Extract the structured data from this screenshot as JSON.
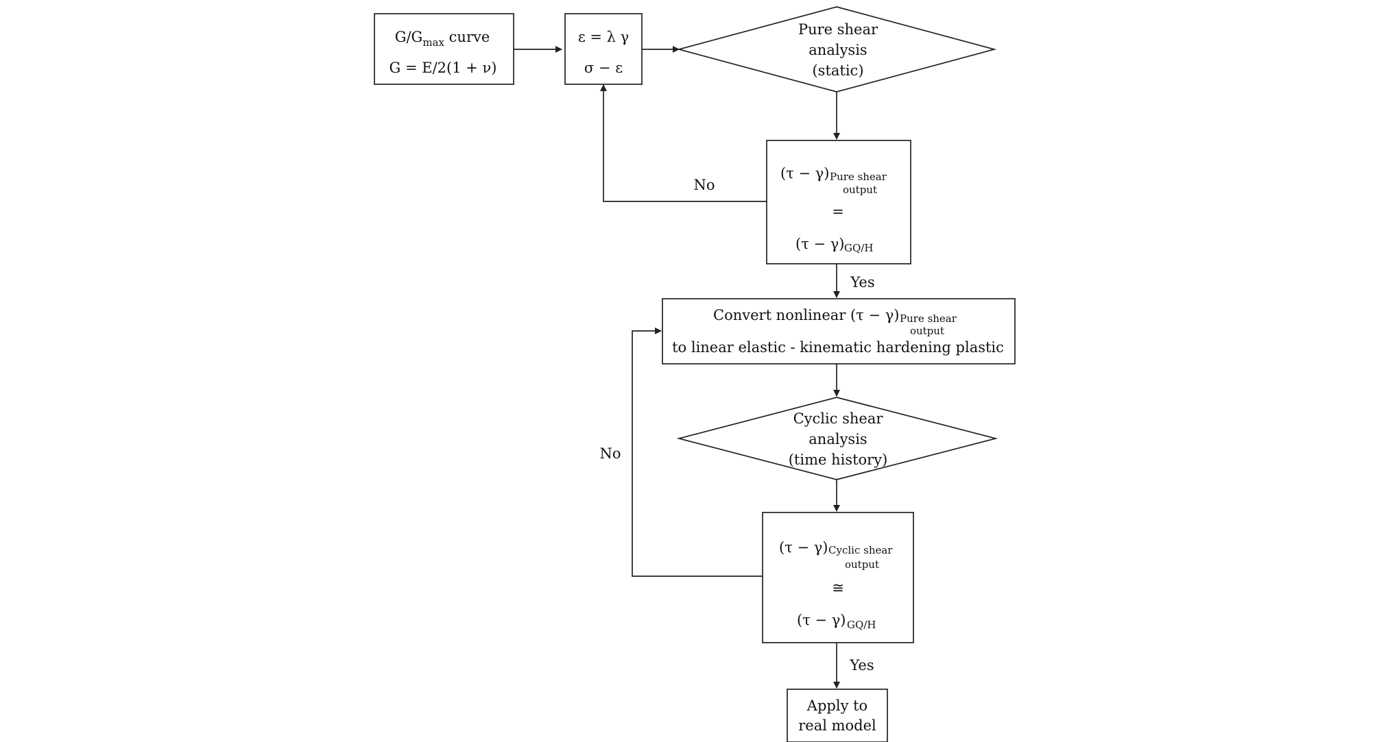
{
  "nodes": {
    "gmax_box": {
      "line1_pre": "G/G",
      "line1_sub": "max",
      "line1_post": " curve",
      "line2": "G = E/2(1 + ν)"
    },
    "strain_box": {
      "line1": "ε = λ γ",
      "line2": "σ − ε"
    },
    "pure_shear_decision": {
      "lines": [
        "Pure shear",
        "analysis",
        "(static)"
      ]
    },
    "pure_shear_check": {
      "lhs": "(τ − γ)",
      "lhs_sub1": "Pure shear",
      "lhs_sub2": "output",
      "op": "=",
      "rhs": "(τ − γ)",
      "rhs_sub": "GQ/H"
    },
    "convert_box": {
      "line1_pre": "Convert nonlinear (τ − γ)",
      "line1_sub1": "Pure shear",
      "line1_sub2": "output",
      "line2": "to linear elastic  - kinematic hardening plastic"
    },
    "cyclic_shear_decision": {
      "lines": [
        "Cyclic shear",
        "analysis",
        "(time history)"
      ]
    },
    "cyclic_shear_check": {
      "lhs": "(τ − γ)",
      "lhs_sub1": "Cyclic shear",
      "lhs_sub2": "output",
      "op": "≅",
      "rhs": "(τ − γ)",
      "rhs_sub": "GQ/H"
    },
    "apply_box": {
      "lines": [
        "Apply to",
        "real model"
      ]
    }
  },
  "edge_labels": {
    "pure_no": "No",
    "pure_yes": "Yes",
    "cyclic_no": "No",
    "cyclic_yes": "Yes"
  }
}
